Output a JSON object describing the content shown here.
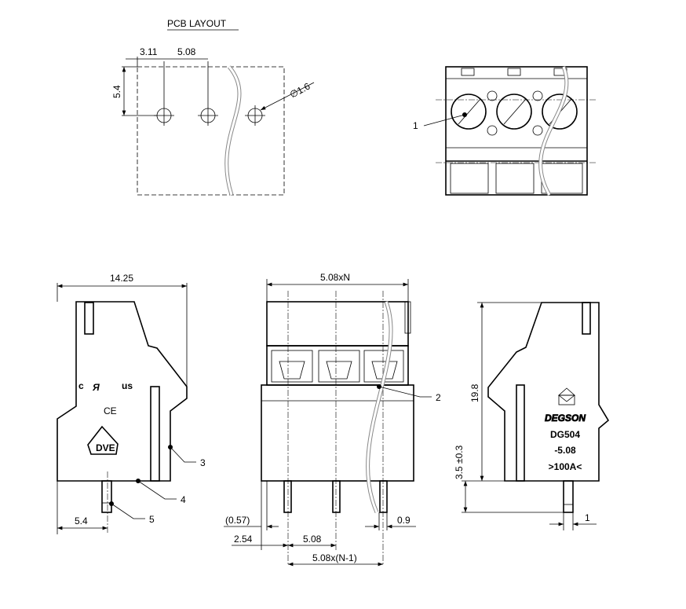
{
  "title": "PCB LAYOUT",
  "pcb_layout": {
    "dim_pitch_offset": "3.11",
    "dim_pitch": "5.08",
    "dim_row": "5.4",
    "dim_hole": "∅1.6"
  },
  "top_view": {
    "callout_1": "1"
  },
  "side_left": {
    "dim_width": "14.25",
    "dim_pin": "5.4",
    "callout_3": "3",
    "callout_4": "4",
    "callout_5": "5",
    "cert_c": "c",
    "cert_us": "us",
    "cert_ce": "CE",
    "cert_vde": "DVE"
  },
  "front_view": {
    "dim_total": "5.08xN",
    "dim_057": "(0.57)",
    "dim_254": "2.54",
    "dim_508": "5.08",
    "dim_n1": "5.08x(N-1)",
    "dim_09": "0.9",
    "callout_2": "2"
  },
  "side_right": {
    "brand": "DEGSON",
    "model": "DG504",
    "pitch": "-5.08",
    "rating": ">100A<",
    "dim_height": "19.8",
    "dim_pin_len": "3.5 ±0.3",
    "dim_pin_w": "1"
  }
}
